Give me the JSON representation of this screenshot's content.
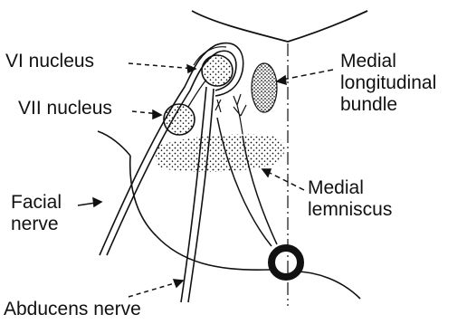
{
  "labels": {
    "vi_nucleus": "VI nucleus",
    "vii_nucleus": "VII nucleus",
    "facial_nerve": [
      "Facial",
      "nerve"
    ],
    "abducens_nerve": "Abducens nerve",
    "medial_longitudinal_bundle": [
      "Medial",
      "longitudinal",
      "bundle"
    ],
    "medial_lemniscus": [
      "Medial",
      "lemniscus"
    ]
  },
  "colors": {
    "ink": "#111111",
    "background": "#ffffff"
  }
}
